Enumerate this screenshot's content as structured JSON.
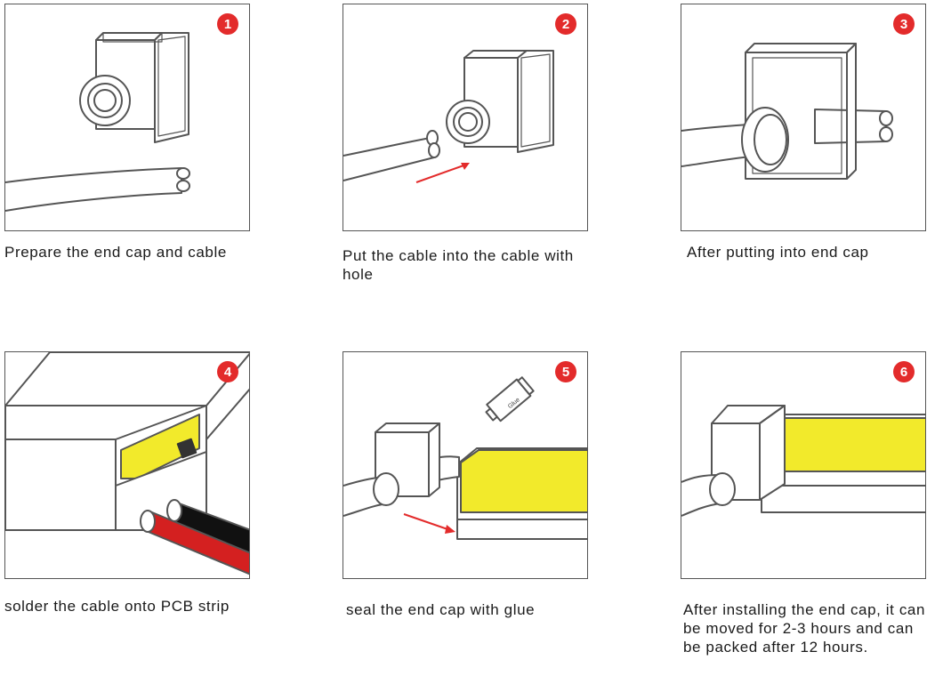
{
  "steps": [
    {
      "number": "1",
      "caption": "Prepare the end cap and cable"
    },
    {
      "number": "2",
      "caption": "Put the cable into the cable with hole"
    },
    {
      "number": "3",
      "caption": "After putting into end cap"
    },
    {
      "number": "4",
      "caption": "solder the cable onto PCB strip"
    },
    {
      "number": "5",
      "caption": "seal the end cap with glue"
    },
    {
      "number": "6",
      "caption": "After installing the end cap, it can be moved for 2-3 hours and can be packed after 12 hours."
    }
  ],
  "glue_label": "Glue",
  "colors": {
    "badge": "#e32b2b",
    "arrow": "#e32b2b",
    "strip": "#f2ea2b",
    "wire_red": "#d42020",
    "wire_black": "#111111",
    "line": "#555555"
  }
}
